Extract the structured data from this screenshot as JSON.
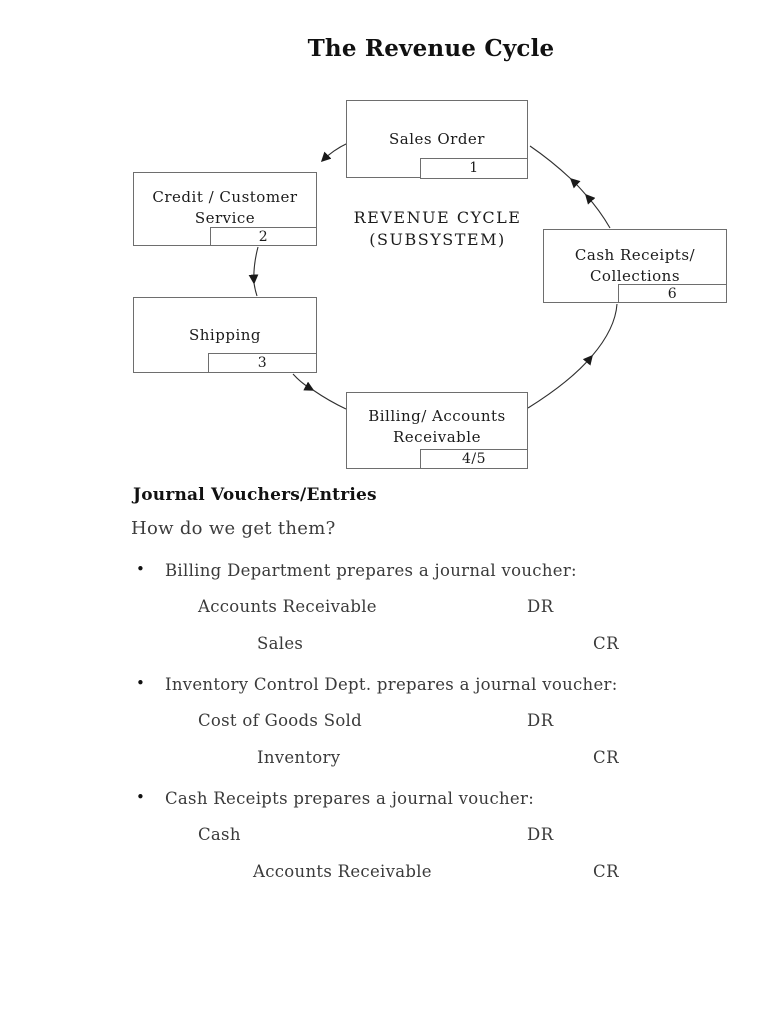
{
  "page": {
    "title": "The Revenue Cycle"
  },
  "diagram": {
    "center_label_line1": "REVENUE CYCLE",
    "center_label_line2": "(SUBSYSTEM)",
    "nodes": [
      {
        "id": "sales-order",
        "lines": [
          "Sales Order"
        ],
        "number": "1"
      },
      {
        "id": "credit-customer-service",
        "lines": [
          "Credit / Customer",
          "Service"
        ],
        "number": "2"
      },
      {
        "id": "cash-receipts-collections",
        "lines": [
          "Cash Receipts/",
          "Collections"
        ],
        "number": "6"
      },
      {
        "id": "shipping",
        "lines": [
          "Shipping"
        ],
        "number": "3"
      },
      {
        "id": "billing-accounts-receivable",
        "lines": [
          "Billing/ Accounts",
          "Receivable"
        ],
        "number": "4/5"
      }
    ]
  },
  "journal": {
    "heading": "Journal Vouchers/Entries",
    "question": "How do we get them?",
    "bullet_glyph": "•",
    "entries": [
      {
        "heading": "Billing Department prepares a journal voucher:",
        "debit": {
          "account": "Accounts Receivable",
          "label": "DR"
        },
        "credit": {
          "account": "Sales",
          "label": "CR"
        }
      },
      {
        "heading": "Inventory Control Dept. prepares a journal voucher:",
        "debit": {
          "account": "Cost of Goods Sold",
          "label": "DR"
        },
        "credit": {
          "account": "Inventory",
          "label": "CR"
        }
      },
      {
        "heading": "Cash Receipts prepares a journal voucher:",
        "debit": {
          "account": "Cash",
          "label": "DR"
        },
        "credit": {
          "account": "Accounts Receivable",
          "label": "CR"
        }
      }
    ]
  }
}
